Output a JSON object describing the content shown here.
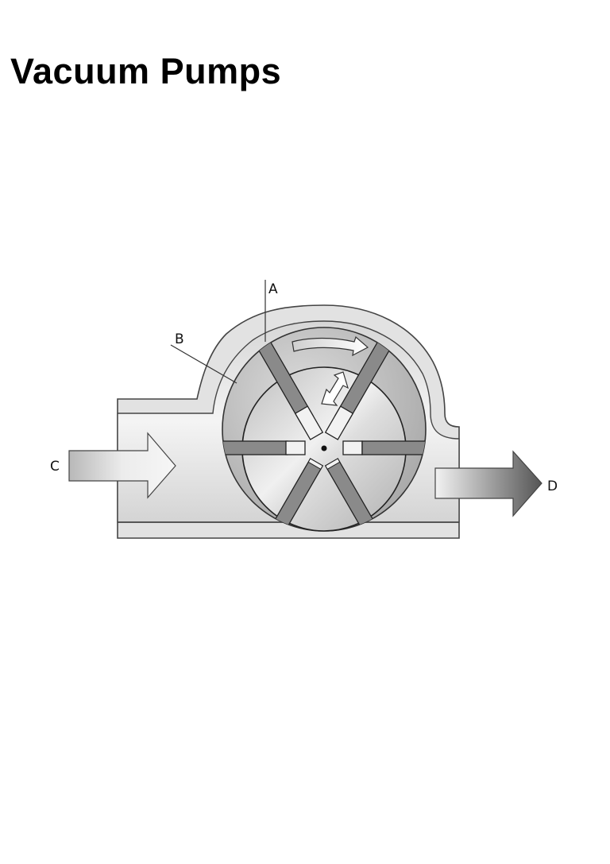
{
  "page": {
    "title": "Vacuum Pumps"
  },
  "diagram": {
    "type": "rotary vane vacuum pump cross-section",
    "labels": {
      "a": "A",
      "b": "B",
      "c": "C",
      "d": "D"
    },
    "colors": {
      "housing": "#e3e3e3",
      "chamber": "#b9b9b9",
      "rotor": "#cfcfcf",
      "vane": "#8a8a8a",
      "vane_tip": "#f2f2f2",
      "outline": "#333333",
      "outlet_arrow_dark": "#555555"
    },
    "vane_count": 6
  }
}
